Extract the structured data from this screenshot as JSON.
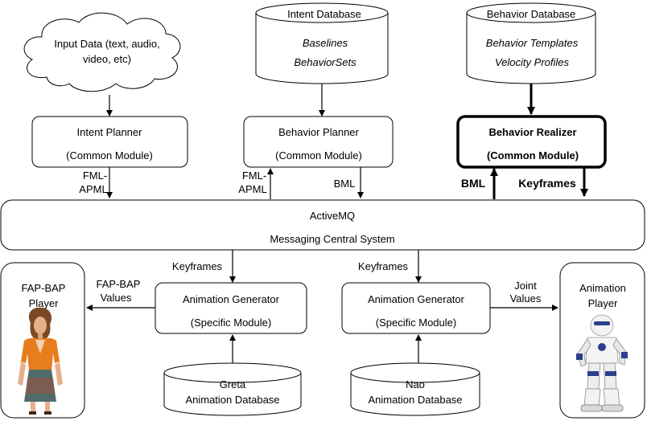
{
  "input": {
    "lines": [
      "Input Data (text, audio,",
      "video, etc)"
    ]
  },
  "intent_db": {
    "title": "Intent Database",
    "items": [
      "Baselines",
      "BehaviorSets"
    ]
  },
  "behavior_db": {
    "title": "Behavior Database",
    "items": [
      "Behavior Templates",
      "Velocity Profiles"
    ]
  },
  "intent_planner": {
    "title": "Intent Planner",
    "subtitle": "(Common Module)"
  },
  "behavior_planner": {
    "title": "Behavior Planner",
    "subtitle": "(Common Module)"
  },
  "behavior_realizer": {
    "title": "Behavior Realizer",
    "subtitle": "(Common Module)"
  },
  "labels": {
    "fml_apml_left": [
      "FML-",
      "APML"
    ],
    "fml_apml_mid": [
      "FML-",
      "APML"
    ],
    "bml_mid": "BML",
    "bml_right": "BML",
    "keyframes_right": "Keyframes",
    "keyframes_left_gen": "Keyframes",
    "keyframes_right_gen": "Keyframes",
    "fap_bap_values": [
      "FAP-BAP",
      "Values"
    ],
    "joint_values": [
      "Joint",
      "Values"
    ]
  },
  "activemq": {
    "title": "ActiveMQ",
    "subtitle": "Messaging Central System"
  },
  "fap_player": {
    "lines": [
      "FAP-BAP",
      "Player"
    ]
  },
  "anim_player": {
    "lines": [
      "Animation",
      "Player"
    ]
  },
  "anim_gen_left": {
    "title": "Animation Generator",
    "subtitle": "(Specific Module)"
  },
  "anim_gen_right": {
    "title": "Animation Generator",
    "subtitle": "(Specific Module)"
  },
  "greta_db": {
    "lines": [
      "Greta",
      "Animation Database"
    ]
  },
  "nao_db": {
    "lines": [
      "Nao",
      "Animation Database"
    ]
  }
}
